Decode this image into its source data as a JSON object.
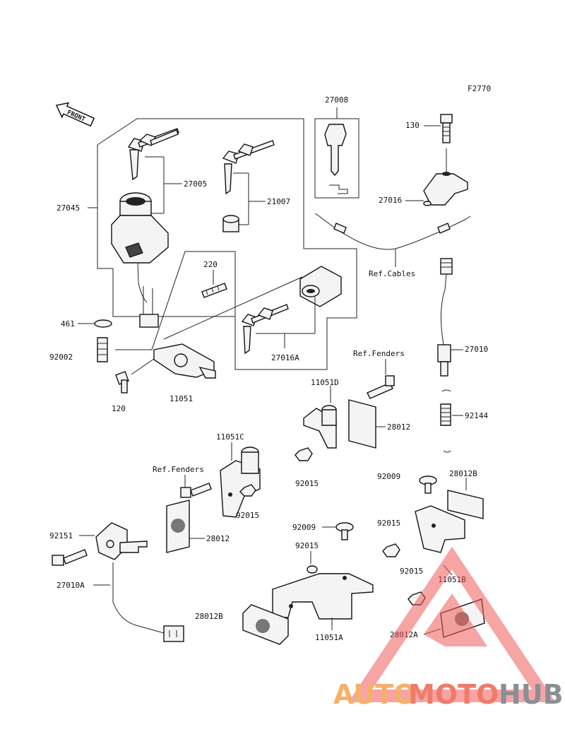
{
  "figure_code": "F2770",
  "front_label": "FRONT",
  "labels": {
    "p27008": "27008",
    "p130": "130",
    "p27005": "27005",
    "p21007": "21007",
    "p27045": "27045",
    "p27016": "27016",
    "ref_cables": "Ref.Cables",
    "p220": "220",
    "p461": "461",
    "p92002": "92002",
    "p27016A": "27016A",
    "p27010": "27010",
    "ref_fenders_top": "Ref.Fenders",
    "p11051D": "11051D",
    "p120": "120",
    "p11051": "11051",
    "p28012_right": "28012",
    "p92144": "92144",
    "p11051C": "11051C",
    "p92015_a": "92015",
    "p92009_right": "92009",
    "p28012B_right": "28012B",
    "ref_fenders_left": "Ref.Fenders",
    "p92015_b": "92015",
    "p92015_c": "92015",
    "p28012_left": "28012",
    "p92009_center": "92009",
    "p92151": "92151",
    "p92015_d": "92015",
    "p11051B": "11051B",
    "p27010A": "27010A",
    "p92015_e": "92015",
    "p28012B_left": "28012B",
    "p11051A": "11051A",
    "p28012A": "28012A"
  },
  "watermark": {
    "auto": "AUTO",
    "moto": "MOTO",
    "hub": "HUB",
    "color_auto": "#f5b06b",
    "color_moto": "#f07b6a",
    "color_hub": "#8a8f96",
    "triangle_color": "#ef5b5b"
  }
}
